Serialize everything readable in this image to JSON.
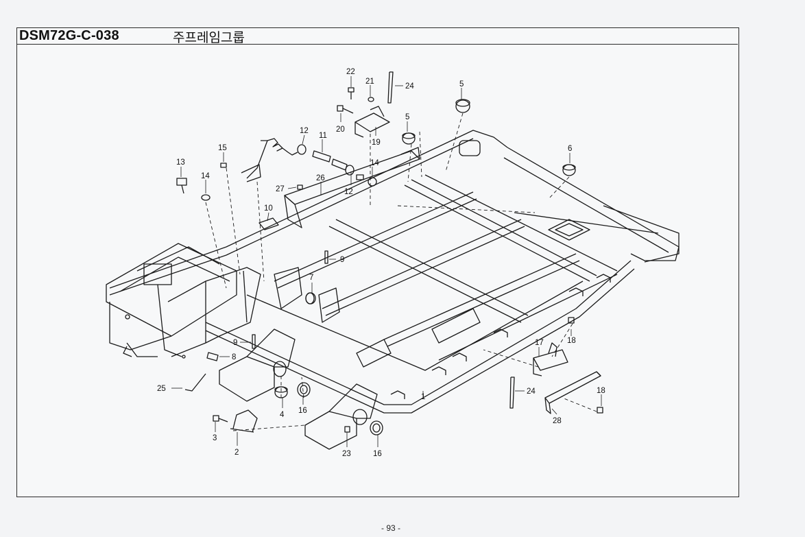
{
  "header": {
    "doc_code": "DSM72G-C-038",
    "title": "주프레임그룹"
  },
  "callouts": [
    {
      "id": "c22",
      "text": "22"
    },
    {
      "id": "c21",
      "text": "21"
    },
    {
      "id": "c24a",
      "text": "24"
    },
    {
      "id": "c5a",
      "text": "5"
    },
    {
      "id": "c5b",
      "text": "5"
    },
    {
      "id": "c20",
      "text": "20"
    },
    {
      "id": "c19",
      "text": "19"
    },
    {
      "id": "c12a",
      "text": "12"
    },
    {
      "id": "c11",
      "text": "11"
    },
    {
      "id": "c15",
      "text": "15"
    },
    {
      "id": "c13",
      "text": "13"
    },
    {
      "id": "c14a",
      "text": "14"
    },
    {
      "id": "c14b",
      "text": "14"
    },
    {
      "id": "c12b",
      "text": "12"
    },
    {
      "id": "c27",
      "text": "27"
    },
    {
      "id": "c26",
      "text": "26"
    },
    {
      "id": "c6",
      "text": "6"
    },
    {
      "id": "c10",
      "text": "10"
    },
    {
      "id": "c9a",
      "text": "9"
    },
    {
      "id": "c7",
      "text": "7"
    },
    {
      "id": "c9b",
      "text": "9"
    },
    {
      "id": "c8",
      "text": "8"
    },
    {
      "id": "c18a",
      "text": "18"
    },
    {
      "id": "c17",
      "text": "17"
    },
    {
      "id": "c25",
      "text": "25"
    },
    {
      "id": "c24b",
      "text": "24"
    },
    {
      "id": "c1",
      "text": "1"
    },
    {
      "id": "c18b",
      "text": "18"
    },
    {
      "id": "c4",
      "text": "4"
    },
    {
      "id": "c16a",
      "text": "16"
    },
    {
      "id": "c28",
      "text": "28"
    },
    {
      "id": "c3",
      "text": "3"
    },
    {
      "id": "c2",
      "text": "2"
    },
    {
      "id": "c23",
      "text": "23"
    },
    {
      "id": "c16b",
      "text": "16"
    }
  ],
  "footer": {
    "page_number": "- 93 -"
  }
}
